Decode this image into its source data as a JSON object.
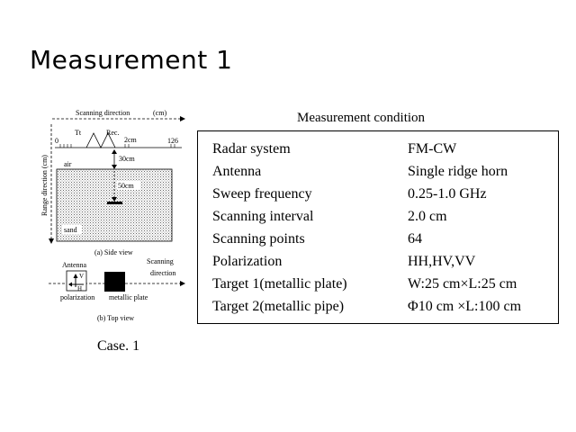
{
  "slide": {
    "title": "Measurement 1",
    "case_label": "Case. 1"
  },
  "condition_table": {
    "title": "Measurement condition",
    "rows": [
      {
        "label": "Radar system",
        "value": "FM-CW"
      },
      {
        "label": "Antenna",
        "value": "Single ridge horn"
      },
      {
        "label": "Sweep frequency",
        "value": "0.25-1.0 GHz"
      },
      {
        "label": "Scanning interval",
        "value": "2.0 cm"
      },
      {
        "label": "Scanning points",
        "value": "64"
      },
      {
        "label": "Polarization",
        "value": "HH,HV,VV"
      },
      {
        "label": "Target 1(metallic plate)",
        "value": "W:25 cm×L:25 cm"
      },
      {
        "label": "Target 2(metallic pipe)",
        "value": "Φ10 cm ×L:100 cm"
      }
    ]
  },
  "diagram": {
    "side_view": {
      "scanning_direction": "Scanning direction",
      "unit": "(cm)",
      "range_direction": "Range direction  (cm)",
      "start_tick": "0",
      "end_tick": "126",
      "tx_label": "Tt",
      "rx_label": "Rec.",
      "step_label": "2cm",
      "air_label": "air",
      "sand_label": "sand",
      "air_gap_label": "30cm",
      "depth_label": "50cm",
      "caption": "(a) Side view"
    },
    "top_view": {
      "antenna_label": "Antenna",
      "v_label": "V",
      "h_label": "H",
      "scanning_label": "Scanning",
      "direction_label": "direction",
      "polarization_label": "polarization",
      "plate_label": "metallic plate",
      "caption": "(b) Top view"
    }
  }
}
